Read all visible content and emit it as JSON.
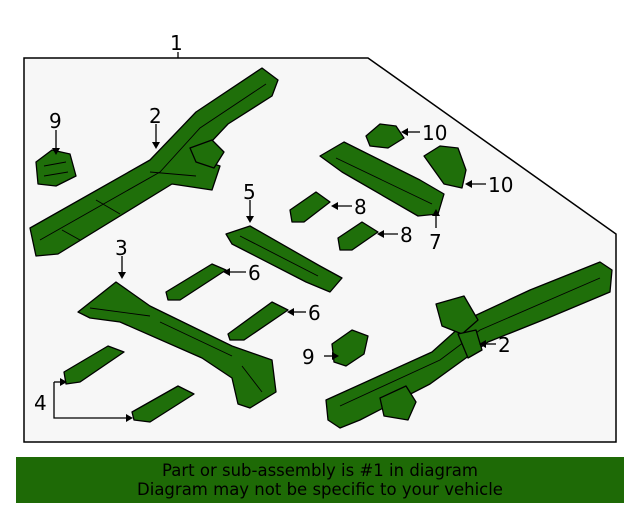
{
  "diagram": {
    "callouts": {
      "c1": "1",
      "c2a": "2",
      "c2b": "2",
      "c3": "3",
      "c4": "4",
      "c5": "5",
      "c6a": "6",
      "c6b": "6",
      "c7": "7",
      "c8a": "8",
      "c8b": "8",
      "c9a": "9",
      "c9b": "9",
      "c10a": "10",
      "c10b": "10"
    }
  },
  "footer": {
    "line1": "Part or sub-assembly is #1 in diagram",
    "line2": "Diagram may not be specific to your vehicle"
  },
  "colors": {
    "part_fill": "#1f6f0a",
    "footer_bg": "#1e6a06",
    "panel_bg": "#f7f7f7"
  }
}
